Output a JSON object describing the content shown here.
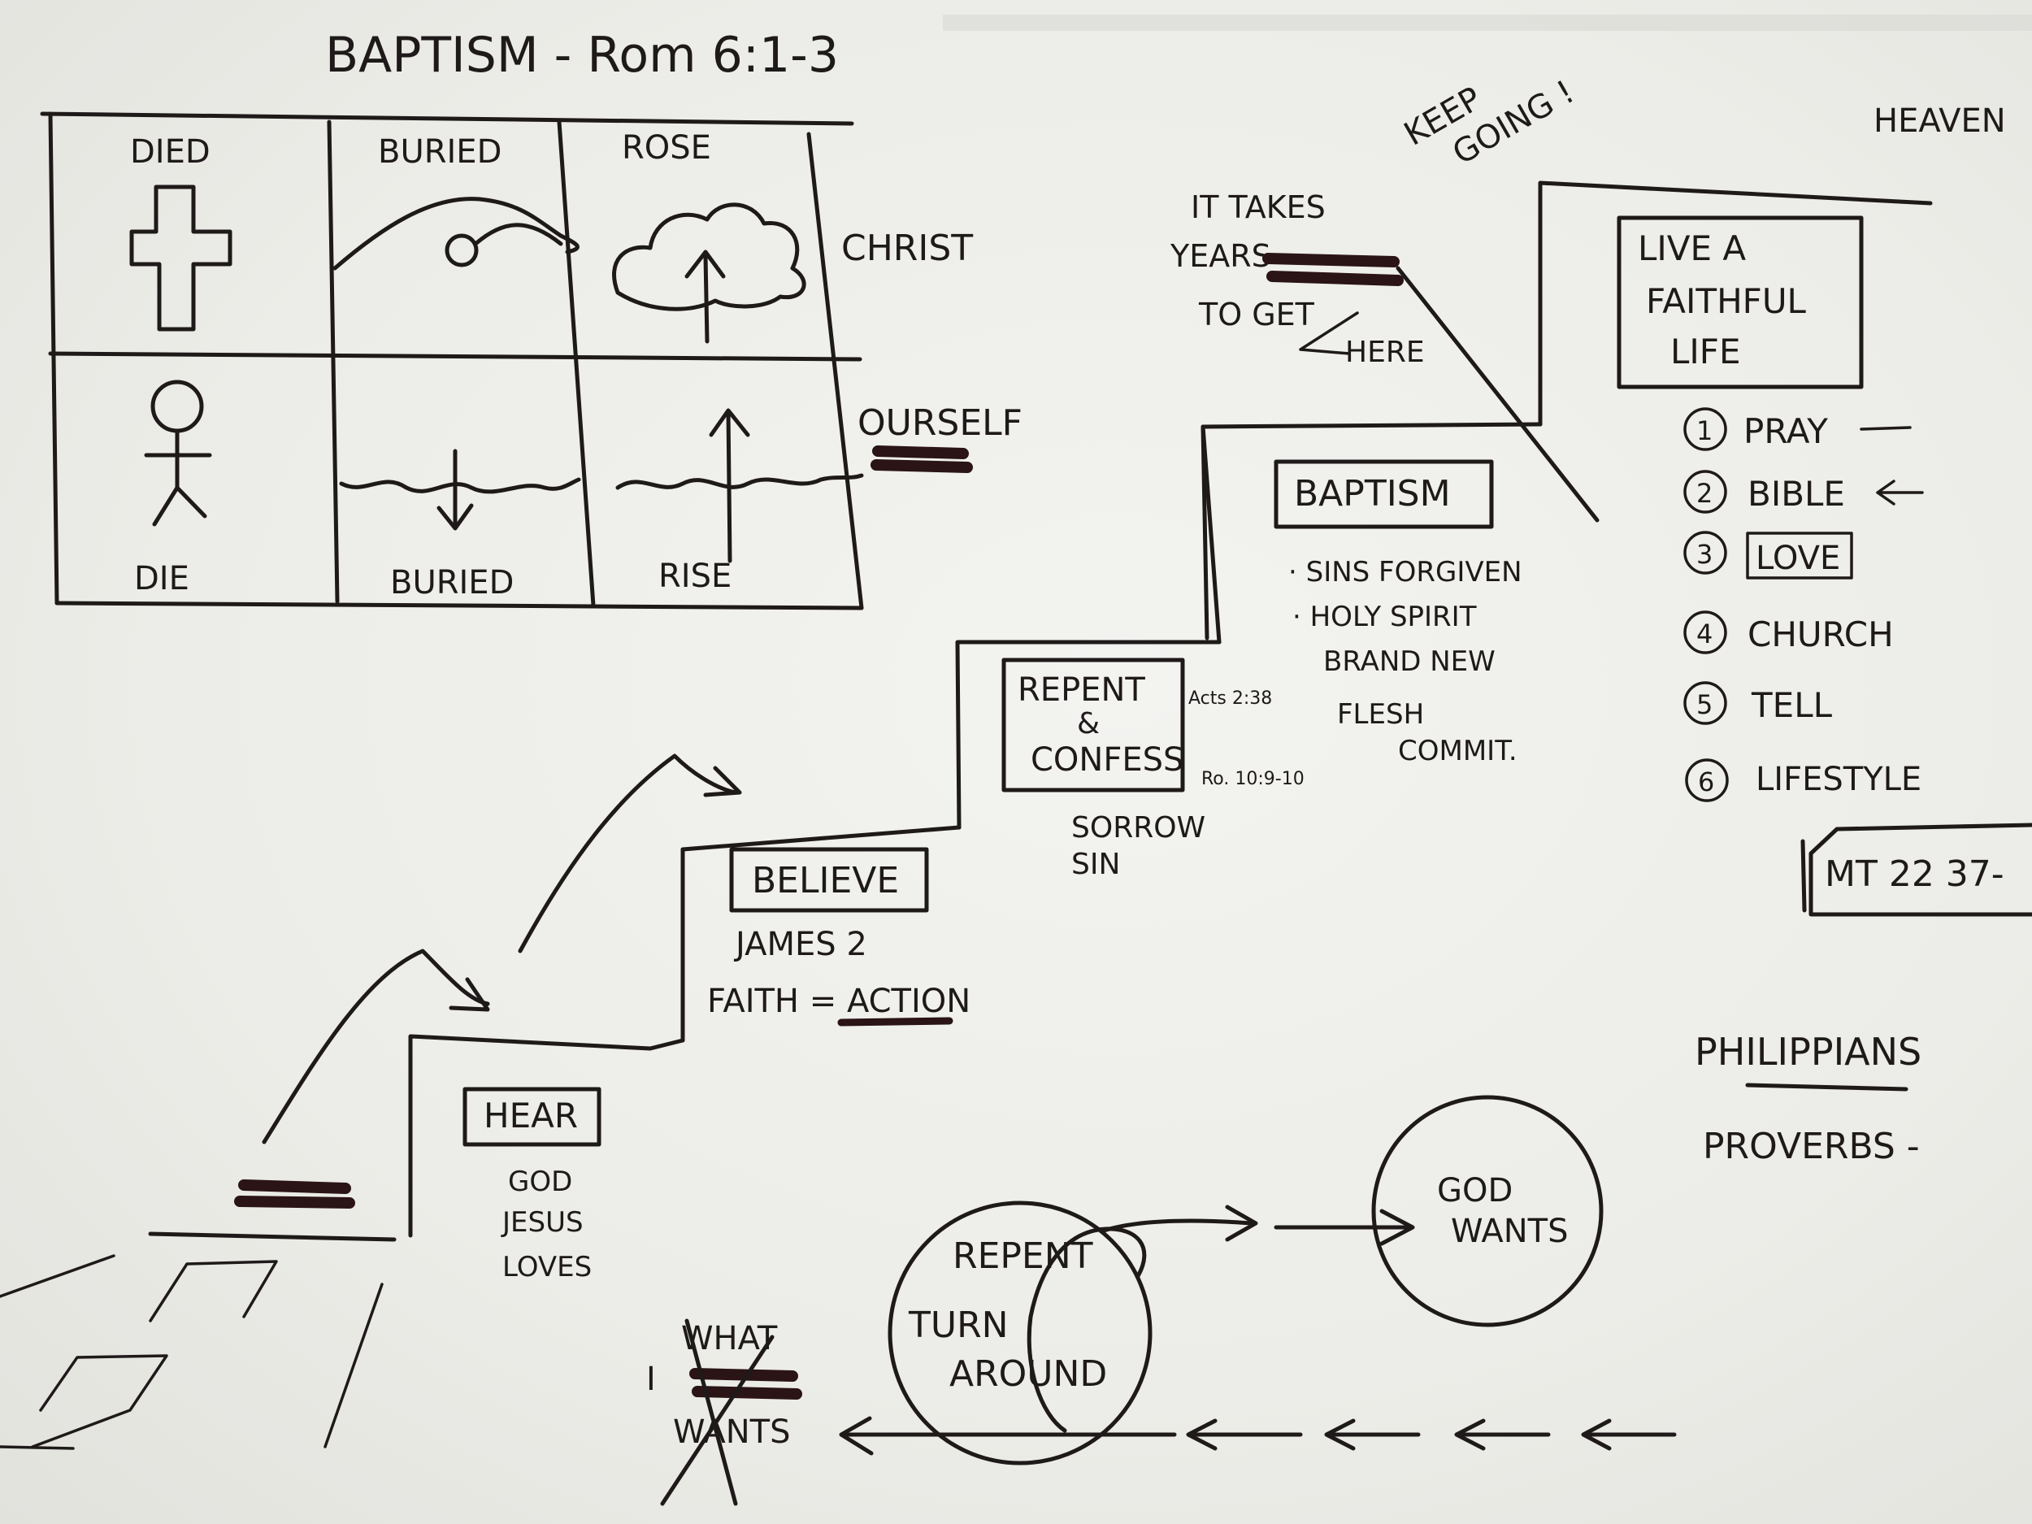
{
  "title": "BAPTISM - Rom 6:1-3",
  "top_scribble_note": "",
  "grid": {
    "top_labels": [
      "DIED",
      "BURIED",
      "ROSE"
    ],
    "bottom_labels": [
      "DIE",
      "BURIED",
      "RISE"
    ],
    "row_labels": [
      "CHRIST",
      "OURSELF"
    ],
    "icons": [
      "cross-icon",
      "hill-burial-icon",
      "cloud-rising-icon",
      "stick-figure-icon",
      "water-down-icon",
      "water-up-icon"
    ]
  },
  "steps": {
    "hear": {
      "box": "HEAR",
      "notes": [
        "GOD",
        "JESUS",
        "LOVES"
      ]
    },
    "believe": {
      "box": "BELIEVE",
      "notes": [
        "JAMES 2",
        "FAITH = ACTION"
      ]
    },
    "repent": {
      "box_line1": "REPENT",
      "box_line2": "&",
      "box_line3": "CONFESS",
      "ref1": "Acts 2:38",
      "ref2": "Ro. 10:9-10",
      "notes": [
        "SORROW",
        "SIN"
      ]
    },
    "baptism": {
      "box": "BAPTISM",
      "notes": [
        "· SINS FORGIVEN",
        "· HOLY SPIRIT",
        "BRAND NEW",
        "FLESH",
        "COMMIT."
      ]
    }
  },
  "it_takes": [
    "IT TAKES",
    "YEARS",
    "TO GET",
    "HERE"
  ],
  "keep_going": [
    "KEEP",
    "GOING !"
  ],
  "heaven": "HEAVEN",
  "faithful": {
    "box": [
      "LIVE A",
      "FAITHFUL",
      "LIFE"
    ]
  },
  "list": [
    {
      "num": "1",
      "label": "PRAY"
    },
    {
      "num": "2",
      "label": "BIBLE"
    },
    {
      "num": "3",
      "label": "LOVE"
    },
    {
      "num": "4",
      "label": "CHURCH"
    },
    {
      "num": "5",
      "label": "TELL"
    },
    {
      "num": "6",
      "label": "LIFESTYLE"
    }
  ],
  "mt_ref": "MT 22 37-",
  "books": [
    "PHILIPPIANS",
    "PROVERBS -"
  ],
  "repent_circle": [
    "REPENT",
    "TURN",
    "AROUND"
  ],
  "god_wants": [
    "GOD",
    "WANTS"
  ],
  "what_i_want": [
    "WHAT",
    "I",
    "WANTS"
  ]
}
